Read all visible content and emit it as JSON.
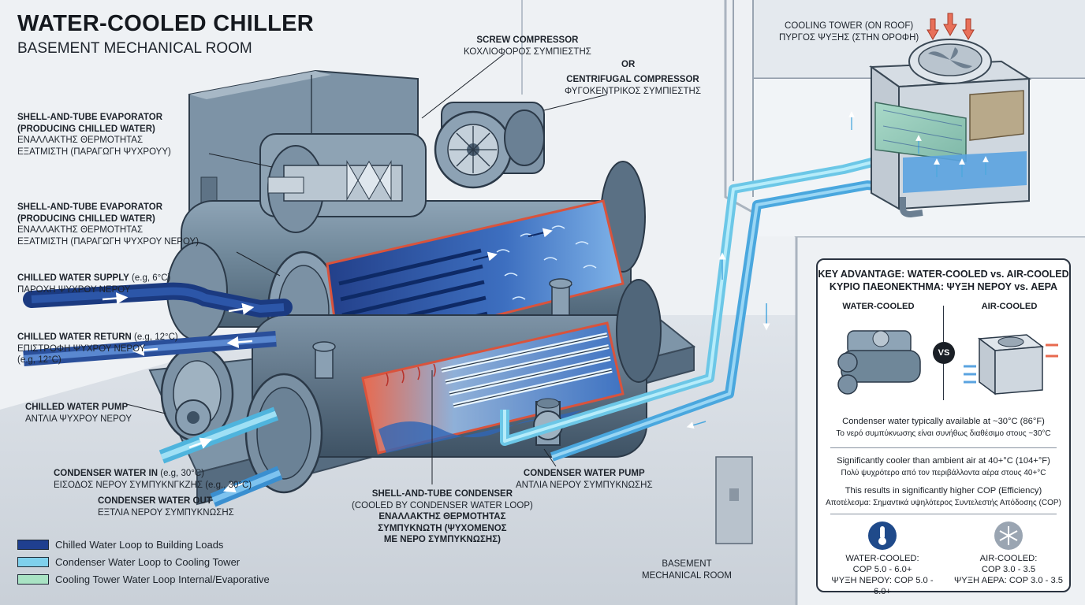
{
  "title": "WATER-COOLED CHILLER",
  "subtitle": "BASEMENT MECHANICAL ROOM",
  "labels": {
    "screw_compressor": [
      "SCREW COMPRESSOR",
      "ΚΟΧΛΙΟΦΟΡΟΣ ΣΥΜΠΙΕΣΤΗΣ"
    ],
    "or": "OR",
    "centrifugal_compressor": [
      "CENTRIFUGAL COMPRESSOR",
      "ΦΥΓΟΚΕΝΤΡΙΚΟΣ ΣΥΜΠΙΕΣΤΗΣ"
    ],
    "evaporator_1": [
      "SHELL-AND-TUBE EVAPORATOR",
      "(PRODUCING CHILLED WATER)",
      "ΕΝΑΛΛΑΚΤΗΣ ΘΕΡΜΟΤΗΤΑΣ",
      "ΕΞΑΤΜΙΣΤΗ (ΠΑΡΑΓΩΓΗ ΨΥΧΡΟΥΥ)"
    ],
    "evaporator_2": [
      "SHELL-AND-TUBE EVAPORATOR",
      "(PRODUCING CHILLED WATER)",
      "ΕΝΑΛΛΑΚΤΗΣ ΘΕΡΜΟΤΗΤΑΣ",
      "ΕΞΑΤΜΙΣΤΗ (ΠΑΡΑΓΩΓΗ ΨΥΧΡΟΥ ΝΕΡΟΥ)"
    ],
    "chw_supply": [
      "CHILLED WATER SUPPLY",
      " (e.g, 6°C)",
      "ΠΑΡΟΧΗ ΨΥΧΡΟΥ ΝΕΡΟΥ"
    ],
    "chw_return": [
      "CHILLED WATER RETURN",
      " (e.g, 12°C)",
      "ΕΠΙΣΤΡΟΦΗ ΨΥΧΡΟΥ ΝΕΡΟΥ",
      "(e.g, 12°C)"
    ],
    "chw_pump": [
      "CHILLED WATER PUMP",
      "ΑΝΤΛΙΑ ΨΥΧΡΟΥ ΝΕΡΟΥ"
    ],
    "cw_in": [
      "CONDENSER WATER IN",
      " (e.g, 30°C)",
      "ΕΙΣΟΔΟΣ ΝΕΡΟΥ ΣΥΜΠΥΚΝΓΚΖΗΣ",
      " (e.g., 30°C)"
    ],
    "cw_out": [
      "CONDENSER WATER OUT",
      "ΕΞΤΛΙΑ ΝΕΡΟΥ ΣΥΜΠΥΚΝΩΣΗΣ"
    ],
    "condenser": [
      "SHELL-AND-TUBE CONDENSER",
      "(COOLED BY CONDENSER WATER LOOP)",
      "ΕΝΑΛΛΑΚΤΗΣ ΘΕΡΜΟΤΗΤΑΣ",
      "ΣΥΜΠΥΚΝΩΤΗ (ΨΥΧΟΜΕΝΟΣ",
      "ΜΕ ΝΕΡΟ ΣΥΜΠΥΚΝΩΣΗΣ)"
    ],
    "cw_pump": [
      "CONDENSER WATER PUMP",
      "ΑΝΤΛΙΑ ΝΕΡΟΥ ΣΥΜΠΥΚΝΩΣΗΣ"
    ],
    "cooling_tower": [
      "COOLING TOWER (ON ROOF)",
      "ΠΥΡΓΟΣ ΨΥΞΗΣ (ΣΤΗΝ ΟΡΟΦΗ)"
    ],
    "basement": [
      "BASEMENT",
      "MECHANICAL ROOM"
    ]
  },
  "legend": [
    {
      "label": "Chilled Water Loop to Building Loads",
      "color": "#1f3f8f"
    },
    {
      "label": "Condenser Water Loop to Cooling Tower",
      "color": "#7fd0ec"
    },
    {
      "label": "Cooling Tower Water Loop Internal/Evaporative",
      "color": "#a9e3c4"
    }
  ],
  "panel": {
    "heading": [
      "KEY ADVANTAGE: WATER-COOLED vs. AIR-COOLED",
      "ΚΥΡΙΟ ΠΑΕΟΝΕΚΤΗΜΑ: ΨΥΞΗ ΝΕΡΟΥ vs. ΑΕΡΑ"
    ],
    "water_cooled": "WATER-COOLED",
    "air_cooled": "AIR-COOLED",
    "vs": "VS",
    "point1": [
      "Condenser water typically available at ~30°C (86°F)",
      "Το νερό συμπύκνωσης είναι συνήθως διαθέσιμο στους ~30°C"
    ],
    "point2": [
      "Significantly cooler than ambient air at 40+°C (104+°F)",
      "Πολύ ψυχρότερο από τον περιβάλλοντα αέρα στους 40+°C"
    ],
    "point3": [
      "This results in significantly higher COP (Efficiency)",
      "Αποτέλεσμα: Σημαντικά υψηλότερος Συντελεστής Απόδοσης (COP)"
    ],
    "wc_cop": [
      "WATER-COOLED:",
      "COP 5.0 - 6.0+",
      "ΨΥΞΗ ΝΕΡΟΥ: COP 5.0 - 6.0+"
    ],
    "ac_cop": [
      "AIR-COOLED:",
      "COP 3.0 - 3.5",
      "ΨΥΞΗ ΑΕΡΑ: COP 3.0 - 3.5"
    ],
    "icon_wc": "thermometer-icon",
    "icon_ac": "snowflake-icon"
  },
  "colors": {
    "chilled": "#1f3f8f",
    "condenser": "#7fd0ec",
    "tower": "#a9e3c4",
    "steel": "#6b8498",
    "hot": "#e86a4f"
  }
}
